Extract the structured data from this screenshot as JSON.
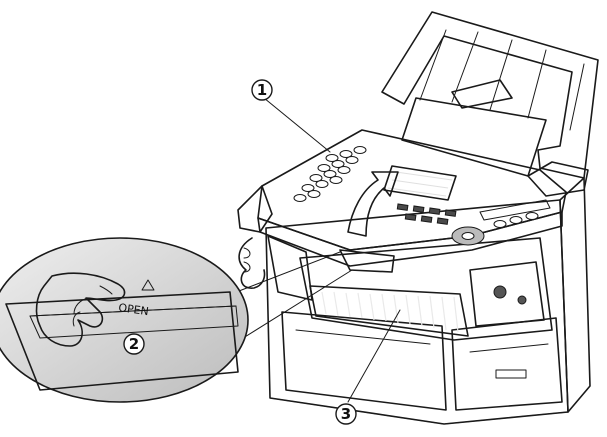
{
  "callouts": [
    {
      "id": "1",
      "label": "1"
    },
    {
      "id": "2",
      "label": "2"
    },
    {
      "id": "3",
      "label": "3"
    }
  ],
  "lever_label": "OPEN",
  "colors": {
    "outline": "#1a1a1a",
    "body_light": "#e9e9e9",
    "body_mid": "#d2d2d2",
    "body_dark": "#a8a8a8",
    "paper": "#ffffff"
  }
}
